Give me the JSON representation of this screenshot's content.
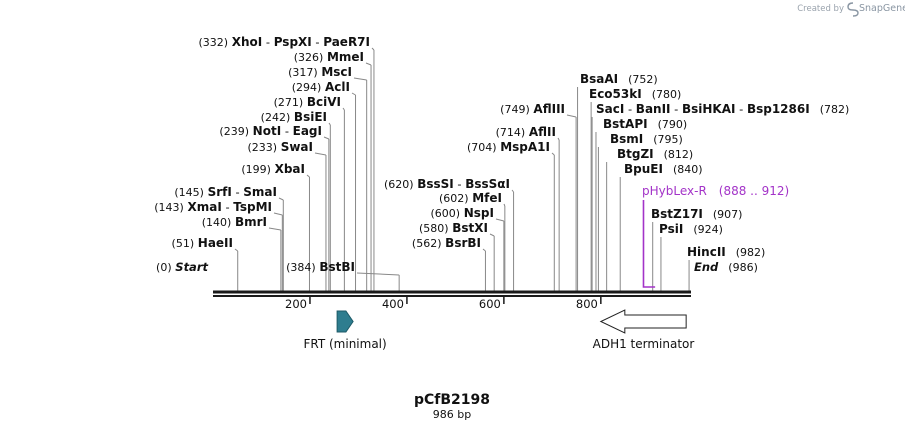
{
  "watermark": {
    "prefix": "Created by",
    "brand": "SnapGene"
  },
  "plasmid": {
    "name": "pCfB2198",
    "length": "986 bp"
  },
  "sequence_length": 986,
  "ruler": {
    "ticks": [
      200,
      400,
      600,
      800
    ]
  },
  "colors": {
    "feature_frt": "#2e7d8f",
    "primer": "#a333c8",
    "line": "#1a1a1a",
    "leader": "#888888"
  },
  "features": [
    {
      "id": "frt",
      "label": "FRT (minimal)",
      "start": 256,
      "end": 289,
      "strand": "+",
      "color": "#2e7d8f"
    },
    {
      "id": "adh1",
      "label": "ADH1 terminator",
      "start": 800,
      "end": 976,
      "strand": "-",
      "color": "#ffffff"
    }
  ],
  "primer": {
    "name": "pHybLex-R",
    "range": "(888 .. 912)",
    "start": 888,
    "end": 912
  },
  "sites": [
    {
      "segments": [
        {
          "name": "Start",
          "italic": true
        }
      ],
      "pos_text": "(0)",
      "bp": 0,
      "side": "left"
    },
    {
      "segments": [
        {
          "name": "HaeII"
        }
      ],
      "pos_text": "(51)",
      "bp": 51,
      "side": "left"
    },
    {
      "segments": [
        {
          "name": "BmrI"
        }
      ],
      "pos_text": "(140)",
      "bp": 140,
      "side": "left"
    },
    {
      "segments": [
        {
          "name": "XmaI"
        },
        {
          "name": "TspMI"
        }
      ],
      "pos_text": "(143)",
      "bp": 143,
      "side": "left"
    },
    {
      "segments": [
        {
          "name": "SrfI"
        },
        {
          "name": "SmaI"
        }
      ],
      "pos_text": "(145)",
      "bp": 145,
      "side": "left"
    },
    {
      "segments": [
        {
          "name": "XbaI"
        }
      ],
      "pos_text": "(199)",
      "bp": 199,
      "side": "left"
    },
    {
      "segments": [
        {
          "name": "SwaI"
        }
      ],
      "pos_text": "(233)",
      "bp": 233,
      "side": "left"
    },
    {
      "segments": [
        {
          "name": "NotI"
        },
        {
          "name": "EagI"
        }
      ],
      "pos_text": "(239)",
      "bp": 239,
      "side": "left"
    },
    {
      "segments": [
        {
          "name": "BsiEI"
        }
      ],
      "pos_text": "(242)",
      "bp": 242,
      "side": "left"
    },
    {
      "segments": [
        {
          "name": "BciVI"
        }
      ],
      "pos_text": "(271)",
      "bp": 271,
      "side": "left"
    },
    {
      "segments": [
        {
          "name": "AclI"
        }
      ],
      "pos_text": "(294)",
      "bp": 294,
      "side": "left"
    },
    {
      "segments": [
        {
          "name": "MscI"
        }
      ],
      "pos_text": "(317)",
      "bp": 317,
      "side": "left"
    },
    {
      "segments": [
        {
          "name": "MmeI"
        }
      ],
      "pos_text": "(326)",
      "bp": 326,
      "side": "left"
    },
    {
      "segments": [
        {
          "name": "XhoI"
        },
        {
          "name": "PspXI"
        },
        {
          "name": "PaeR7I"
        }
      ],
      "pos_text": "(332)",
      "bp": 332,
      "side": "left"
    },
    {
      "segments": [
        {
          "name": "BstBI"
        }
      ],
      "pos_text": "(384)",
      "bp": 384,
      "side": "left"
    },
    {
      "segments": [
        {
          "name": "BsrBI"
        }
      ],
      "pos_text": "(562)",
      "bp": 562,
      "side": "left"
    },
    {
      "segments": [
        {
          "name": "BstXI"
        }
      ],
      "pos_text": "(580)",
      "bp": 580,
      "side": "left"
    },
    {
      "segments": [
        {
          "name": "NspI"
        }
      ],
      "pos_text": "(600)",
      "bp": 600,
      "side": "left"
    },
    {
      "segments": [
        {
          "name": "MfeI"
        }
      ],
      "pos_text": "(602)",
      "bp": 602,
      "side": "left"
    },
    {
      "segments": [
        {
          "name": "BssSI"
        },
        {
          "name": "BssSαI"
        }
      ],
      "pos_text": "(620)",
      "bp": 620,
      "side": "left"
    },
    {
      "segments": [
        {
          "name": "MspA1I"
        }
      ],
      "pos_text": "(704)",
      "bp": 704,
      "side": "left"
    },
    {
      "segments": [
        {
          "name": "AflII"
        }
      ],
      "pos_text": "(714)",
      "bp": 714,
      "side": "left"
    },
    {
      "segments": [
        {
          "name": "AflIII"
        }
      ],
      "pos_text": "(749)",
      "bp": 749,
      "side": "left"
    },
    {
      "segments": [
        {
          "name": "BsaAI"
        }
      ],
      "pos_text": "(752)",
      "bp": 752,
      "side": "right"
    },
    {
      "segments": [
        {
          "name": "Eco53kI"
        }
      ],
      "pos_text": "(780)",
      "bp": 780,
      "side": "right"
    },
    {
      "segments": [
        {
          "name": "SacI"
        },
        {
          "name": "BanII"
        },
        {
          "name": "BsiHKAI"
        },
        {
          "name": "Bsp1286I"
        }
      ],
      "pos_text": "(782)",
      "bp": 782,
      "side": "right"
    },
    {
      "segments": [
        {
          "name": "BstAPI"
        }
      ],
      "pos_text": "(790)",
      "bp": 790,
      "side": "right"
    },
    {
      "segments": [
        {
          "name": "BsmI"
        }
      ],
      "pos_text": "(795)",
      "bp": 795,
      "side": "right"
    },
    {
      "segments": [
        {
          "name": "BtgZI"
        }
      ],
      "pos_text": "(812)",
      "bp": 812,
      "side": "right"
    },
    {
      "segments": [
        {
          "name": "BpuEI"
        }
      ],
      "pos_text": "(840)",
      "bp": 840,
      "side": "right"
    },
    {
      "segments": [
        {
          "name": "BstZ17I"
        }
      ],
      "pos_text": "(907)",
      "bp": 907,
      "side": "right"
    },
    {
      "segments": [
        {
          "name": "PsiI"
        }
      ],
      "pos_text": "(924)",
      "bp": 924,
      "side": "right"
    },
    {
      "segments": [
        {
          "name": "HincII"
        }
      ],
      "pos_text": "(982)",
      "bp": 982,
      "side": "right"
    },
    {
      "segments": [
        {
          "name": "End",
          "italic": true
        }
      ],
      "pos_text": "(986)",
      "bp": 986,
      "side": "right"
    }
  ]
}
